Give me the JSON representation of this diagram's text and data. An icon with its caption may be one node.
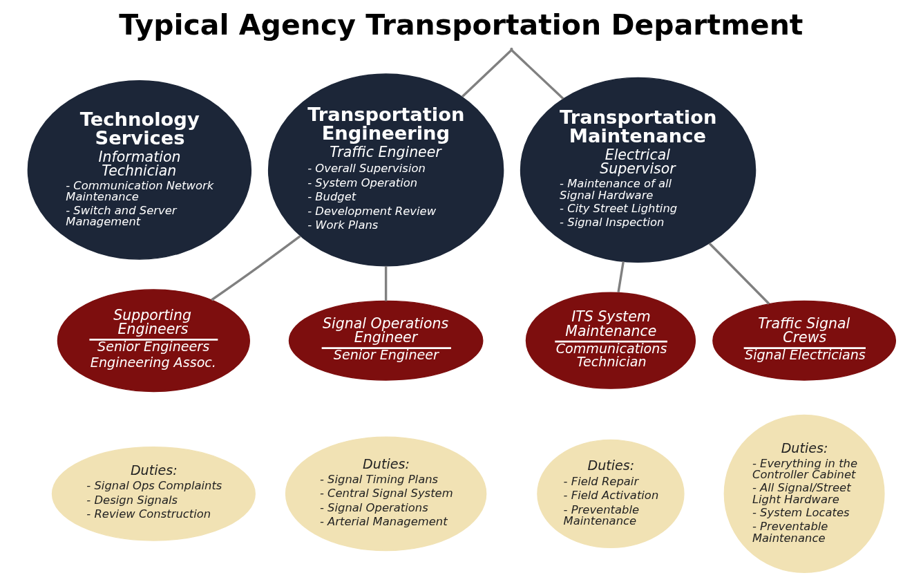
{
  "diagram": {
    "title": "Typical Agency Transportation Department",
    "nodes": [
      {
        "text": [],
        "shape": "point"
      },
      {
        "text": [
          "Technology Services",
          "Information Technician",
          "- Communication Network Maintenance",
          "- Switch and Server Management"
        ]
      },
      {
        "text": [
          "Transportation Engineering",
          "Traffic Engineer",
          "- Overall Supervision",
          "- System Operation",
          "- Budget",
          "- Development Review",
          "- Work Plans"
        ]
      },
      {
        "text": [
          "Transportation Maintenance",
          "Electrical Supervisor",
          "- Maintenance of all Signal Hardware",
          "- City Street Lighting",
          "- Signal Inspection"
        ]
      },
      {
        "text": [
          "Supporting Engineers",
          "Senior Engineers",
          "Engineering Assoc."
        ]
      },
      {
        "text": [
          "Duties:",
          "- Signal Ops Complaints",
          "- Design Signals",
          "- Review Construction"
        ]
      },
      {
        "text": [
          "Signal Operations Engineer",
          "Senior Engineer"
        ]
      },
      {
        "text": [
          "Duties:",
          "- Signal Timing Plans",
          "- Central Signal System",
          "- Signal Operations",
          "- Arterial Management"
        ]
      },
      {
        "text": [
          "ITS System Maintenance",
          "Communications Technician"
        ]
      },
      {
        "text": [
          "Duties:",
          "- Field Repair",
          "- Field Activation",
          "- Preventable Maintenance"
        ]
      },
      {
        "text": [
          "Traffic Signal Crews",
          "Signal Electricians"
        ]
      },
      {
        "text": [
          "Duties:",
          "- Everything in the Controller Cabinet",
          "- All Signal/Street Light Hardware",
          "- System Locates",
          "- Preventable Maintenance"
        ]
      }
    ],
    "edges": [
      {
        "from": 0,
        "to": 2,
        "arrow": "none"
      },
      {
        "from": 0,
        "to": 3,
        "arrow": "none"
      },
      {
        "from": 2,
        "to": 4,
        "arrow": "none"
      },
      {
        "from": 2,
        "to": 6,
        "arrow": "none"
      },
      {
        "from": 3,
        "to": 8,
        "arrow": "none"
      },
      {
        "from": 3,
        "to": 10,
        "arrow": "none"
      }
    ]
  }
}
